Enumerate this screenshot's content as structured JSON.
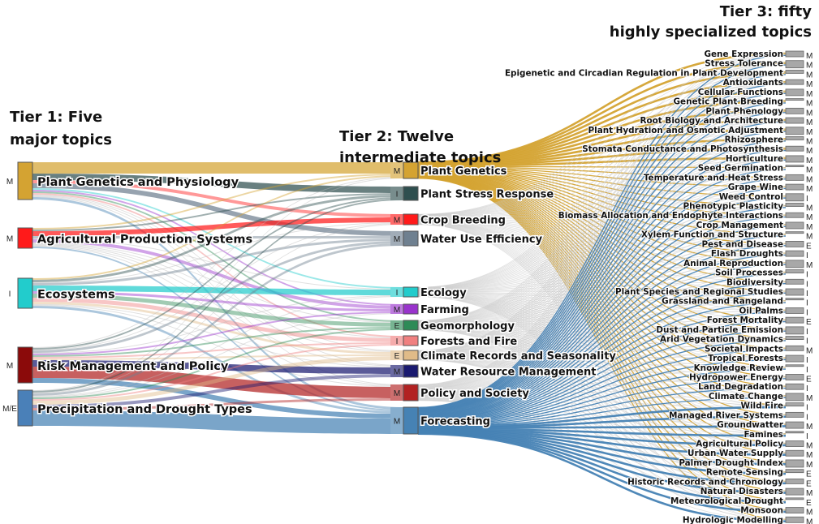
{
  "headers": {
    "tier1": [
      "Tier 1: Five",
      "major topics"
    ],
    "tier2": [
      "Tier 2: Twelve",
      "intermediate topics"
    ],
    "tier3": [
      "Tier 3: fifty",
      "highly specialized topics"
    ]
  },
  "tier1": [
    {
      "label": "Plant Genetics and Physiology",
      "tag": "M",
      "color": "#d4a332",
      "value": 46
    },
    {
      "label": "Agricultural Production Systems",
      "tag": "M",
      "color": "#ff1a1a",
      "value": 25
    },
    {
      "label": "Ecosystems",
      "tag": "I",
      "color": "#22cccc",
      "value": 37
    },
    {
      "label": "Risk Management and Policy",
      "tag": "M",
      "color": "#8b0a0a",
      "value": 44
    },
    {
      "label": "Precipitation and Drought Types",
      "tag": "M/E",
      "color": "#4a80b8",
      "value": 44
    }
  ],
  "tier2": [
    {
      "label": "Plant Genetics",
      "tag": "M",
      "color": "#d4a332"
    },
    {
      "label": "Plant Stress Response",
      "tag": "I",
      "color": "#2f4f4f"
    },
    {
      "label": "Crop Breeding",
      "tag": "M",
      "color": "#ff1a1a"
    },
    {
      "label": "Water Use Efficiency",
      "tag": "M",
      "color": "#6f8090"
    },
    {
      "label": "Ecology",
      "tag": "I",
      "color": "#22cccc"
    },
    {
      "label": "Farming",
      "tag": "M",
      "color": "#9933cc"
    },
    {
      "label": "Geomorphology",
      "tag": "E",
      "color": "#2e8b57"
    },
    {
      "label": "Forests and Fire",
      "tag": "I",
      "color": "#f08080"
    },
    {
      "label": "Climate Records and Seasonality",
      "tag": "E",
      "color": "#e0bb88"
    },
    {
      "label": "Water Resource Management",
      "tag": "M",
      "color": "#1a1a70"
    },
    {
      "label": "Policy and Society",
      "tag": "M",
      "color": "#b22222"
    },
    {
      "label": "Forecasting",
      "tag": "M",
      "color": "#4682b4"
    }
  ],
  "links_tier1_tier2": [
    [
      14,
      8,
      4,
      6,
      2,
      2,
      2,
      2,
      1,
      1,
      1,
      3
    ],
    [
      2,
      2,
      6,
      3,
      1,
      4,
      1,
      1,
      1,
      1,
      1,
      2
    ],
    [
      2,
      3,
      1,
      3,
      7,
      3,
      5,
      5,
      3,
      1,
      1,
      3
    ],
    [
      1,
      2,
      1,
      3,
      1,
      2,
      2,
      2,
      2,
      8,
      14,
      6
    ],
    [
      1,
      2,
      1,
      3,
      1,
      1,
      2,
      2,
      5,
      4,
      3,
      19
    ]
  ],
  "tier2_to_tier3_highlighted": [
    "Plant Genetics",
    "Forecasting"
  ],
  "tier3": [
    {
      "label": "Gene Expression",
      "tag": "M"
    },
    {
      "label": "Stress Tolerance",
      "tag": "M"
    },
    {
      "label": "Epigenetic and Circadian Regulation in Plant Development",
      "tag": "M"
    },
    {
      "label": "Antioxidants",
      "tag": "M"
    },
    {
      "label": "Cellular Functions",
      "tag": "M"
    },
    {
      "label": "Genetic Plant Breeding",
      "tag": "M"
    },
    {
      "label": "Plant Phenology",
      "tag": "M"
    },
    {
      "label": "Root Biology and Architecture",
      "tag": "M"
    },
    {
      "label": "Plant Hydration and Osmotic Adjustment",
      "tag": "M"
    },
    {
      "label": "Rhizosphere",
      "tag": "M"
    },
    {
      "label": "Stomata Conductance and Photosynthesis",
      "tag": "M"
    },
    {
      "label": "Horticulture",
      "tag": "M"
    },
    {
      "label": "Seed Germination",
      "tag": "M"
    },
    {
      "label": "Temperature and Heat Stress",
      "tag": "M"
    },
    {
      "label": "Grape Wine",
      "tag": "M"
    },
    {
      "label": "Weed Control",
      "tag": "I"
    },
    {
      "label": "Phenotypic Plasticity",
      "tag": "M"
    },
    {
      "label": "Biomass Allocation and Endophyte Interactions",
      "tag": "M"
    },
    {
      "label": "Crop Management",
      "tag": "M"
    },
    {
      "label": "Xylem Function and Structure",
      "tag": "M"
    },
    {
      "label": "Pest and Disease",
      "tag": "E"
    },
    {
      "label": "Flash Droughts",
      "tag": "I"
    },
    {
      "label": "Animal Reproduction",
      "tag": "M"
    },
    {
      "label": "Soil Processes",
      "tag": "I"
    },
    {
      "label": "Biodiversity",
      "tag": "I"
    },
    {
      "label": "Plant Species and Regional Studies",
      "tag": "I"
    },
    {
      "label": "Grassland and Rangeland",
      "tag": "I"
    },
    {
      "label": "Oil Palms",
      "tag": "I"
    },
    {
      "label": "Forest Mortality",
      "tag": "E"
    },
    {
      "label": "Dust and Particle Emission",
      "tag": "I"
    },
    {
      "label": "Arid Vegetation Dynamics",
      "tag": "I"
    },
    {
      "label": "Societal Impacts",
      "tag": "M"
    },
    {
      "label": "Tropical Forests",
      "tag": "I"
    },
    {
      "label": "Knowledge Review",
      "tag": "I"
    },
    {
      "label": "Hydropower Energy",
      "tag": "E"
    },
    {
      "label": "Land Degradation",
      "tag": "I"
    },
    {
      "label": "Climate Change",
      "tag": "M"
    },
    {
      "label": "Wild Fire",
      "tag": "I"
    },
    {
      "label": "Managed River Systems",
      "tag": "I"
    },
    {
      "label": "Groundwatter",
      "tag": "M"
    },
    {
      "label": "Famines",
      "tag": "I"
    },
    {
      "label": "Agricultural Policy",
      "tag": "M"
    },
    {
      "label": "Urban Water Supply",
      "tag": "M"
    },
    {
      "label": "Palmer Drought Index",
      "tag": "M"
    },
    {
      "label": "Remote Sensing",
      "tag": "E"
    },
    {
      "label": "Historic Records and Chronology",
      "tag": "E"
    },
    {
      "label": "Natural Disasters",
      "tag": "M"
    },
    {
      "label": "Meteorological Drought",
      "tag": "E"
    },
    {
      "label": "Monsoon",
      "tag": "M"
    },
    {
      "label": "Hydrologic Modelling",
      "tag": "M"
    }
  ]
}
